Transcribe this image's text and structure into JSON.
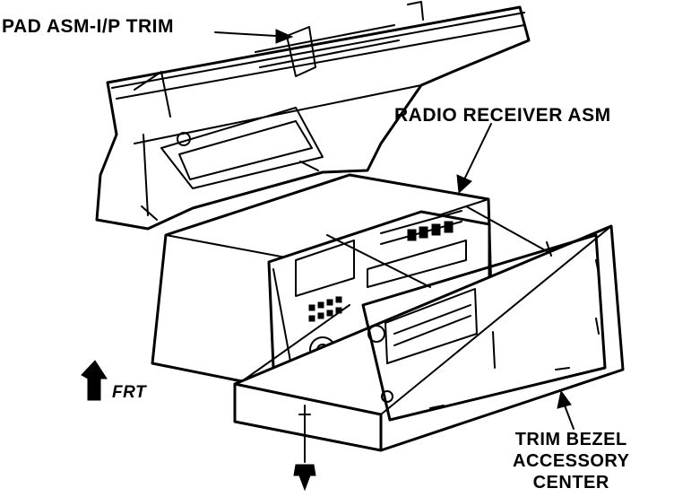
{
  "callouts": {
    "pad_trim": "PAD ASM-I/P TRIM",
    "radio_receiver": "RADIO RECEIVER ASM",
    "front": "FRT",
    "bezel_line1": "TRIM BEZEL",
    "bezel_line2": "ACCESSORY",
    "bezel_line3": "CENTER"
  },
  "icons": [
    "front-direction-arrow-icon",
    "screw-icon"
  ],
  "colors": {
    "line": "#000000",
    "background": "#ffffff"
  }
}
